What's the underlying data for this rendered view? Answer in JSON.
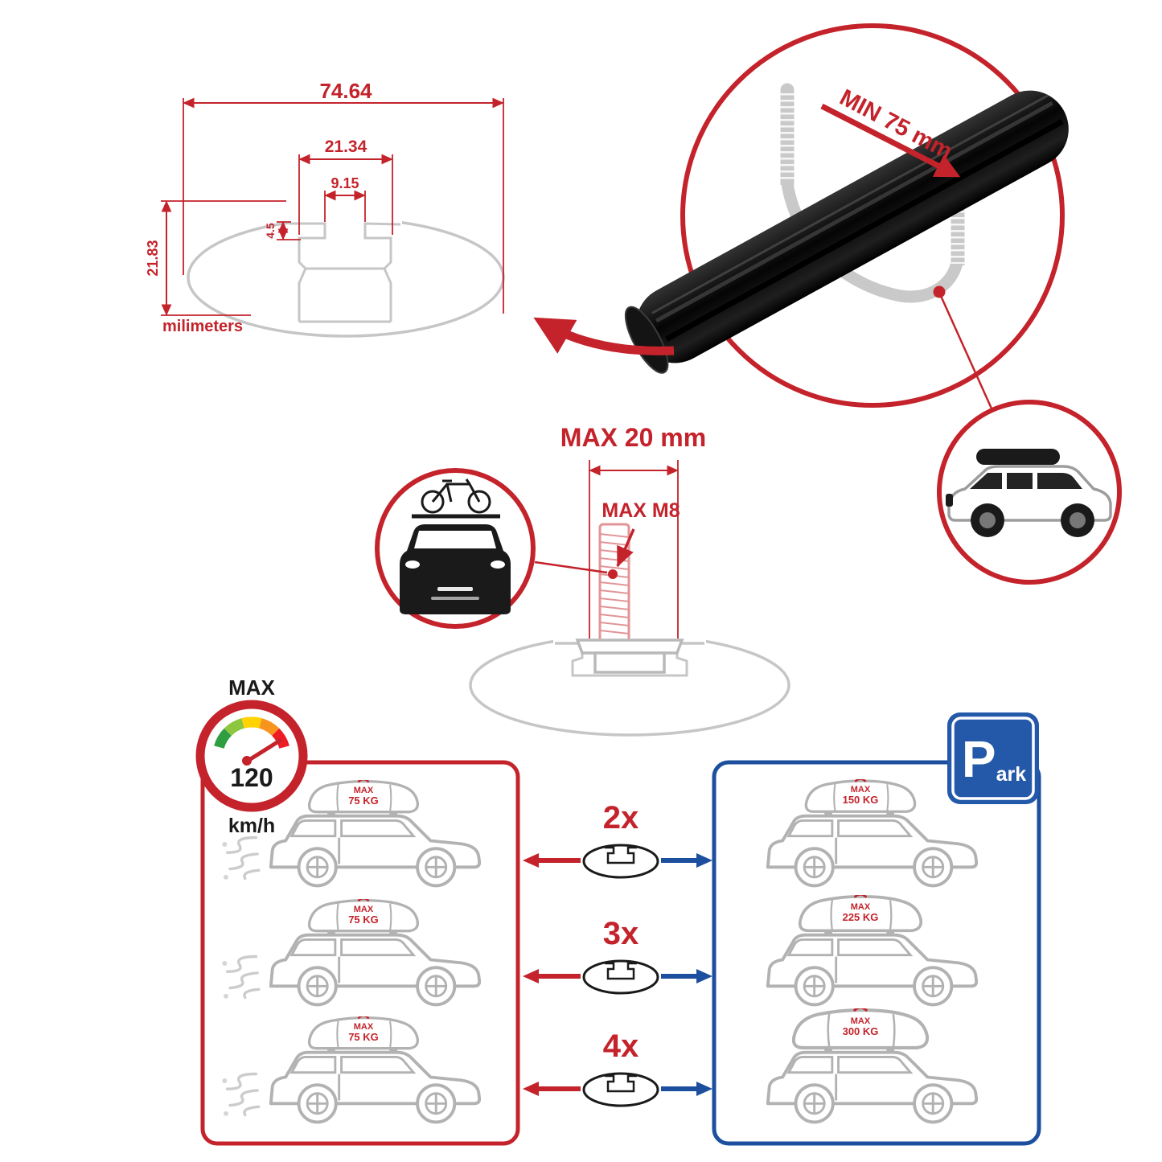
{
  "colors": {
    "red": "#c4232b",
    "blue": "#1c4f9e",
    "gray": "#b2b2b2",
    "black": "#1a1a1a"
  },
  "profile_dimensions": {
    "total_width": "74.64",
    "channel_width": "21.34",
    "slot_width": "9.15",
    "step_depth": "4.5",
    "total_height": "21.83",
    "unit": "milimeters"
  },
  "clamp_detail": {
    "min_clearance": "MIN 75 mm"
  },
  "bolt_detail": {
    "max_length": "MAX 20 mm",
    "max_thread": "MAX M8"
  },
  "speed_limit": {
    "label": "MAX",
    "value": "120",
    "unit": "km/h"
  },
  "park_sign": {
    "letter": "P",
    "rest": "ark"
  },
  "capacity_comparison": {
    "multipliers": [
      "2x",
      "3x",
      "4x"
    ],
    "moving_loads": [
      {
        "max": "MAX",
        "kg": "75 KG"
      },
      {
        "max": "MAX",
        "kg": "75 KG"
      },
      {
        "max": "MAX",
        "kg": "75 KG"
      }
    ],
    "parked_loads": [
      {
        "max": "MAX",
        "kg": "150 KG"
      },
      {
        "max": "MAX",
        "kg": "225 KG"
      },
      {
        "max": "MAX",
        "kg": "300 KG"
      }
    ]
  }
}
